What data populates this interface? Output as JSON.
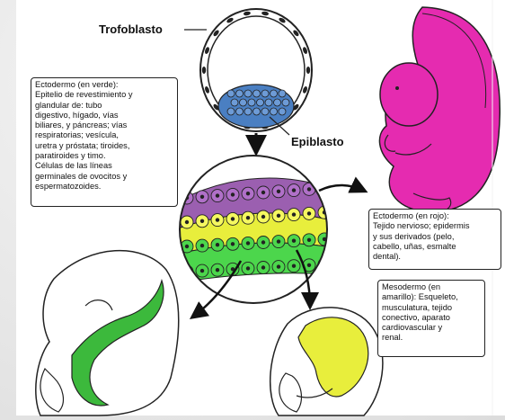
{
  "labels": {
    "trofoblasto": "Trofoblasto",
    "epiblasto": "Epiblasto"
  },
  "boxes": {
    "ectodermo_verde": "Ectodermo (en verde):\nEpitelio de revestimiento y\nglandular de: tubo\ndigestivo, hígado, vías\nbiliares, y páncreas; vías\nrespiratorias; vesícula,\nuretra y próstata; tiroides,\nparatiroides y timo.\nCélulas de las líneas\ngerminales de ovocitos y\nespermatozoides.",
    "ectodermo_rojo": "Ectodermo (en rojo):\nTejido nervioso; epidermis\ny sus derivados (pelo,\ncabello, uñas, esmalte\ndental).",
    "mesodermo": "Mesodermo (en\namarillo): Esqueleto,\nmusculatura, tejido\nconectivo, aparato\ncardiovascular y\nrenal."
  },
  "colors": {
    "ectoderm_red": "#e52bb0",
    "mesoderm_yellow": "#e8ee3c",
    "endoderm_green": "#3cb93c",
    "trophoblast_purple": "#9b5fb0",
    "epiblast_blue": "#4a7fc2"
  }
}
